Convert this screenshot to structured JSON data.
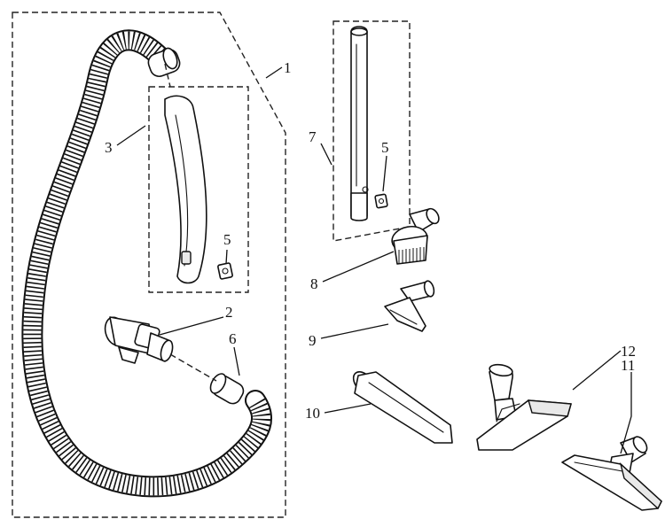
{
  "callouts": [
    {
      "id": "c1",
      "label": "1"
    },
    {
      "id": "c2",
      "label": "2"
    },
    {
      "id": "c3",
      "label": "3"
    },
    {
      "id": "c5a",
      "label": "5"
    },
    {
      "id": "c5b",
      "label": "5"
    },
    {
      "id": "c6",
      "label": "6"
    },
    {
      "id": "c7",
      "label": "7"
    },
    {
      "id": "c8",
      "label": "8"
    },
    {
      "id": "c9",
      "label": "9"
    },
    {
      "id": "c10",
      "label": "10"
    },
    {
      "id": "c11",
      "label": "11"
    },
    {
      "id": "c12",
      "label": "12"
    }
  ],
  "colors": {
    "ink": "#111111",
    "background": "#ffffff"
  }
}
